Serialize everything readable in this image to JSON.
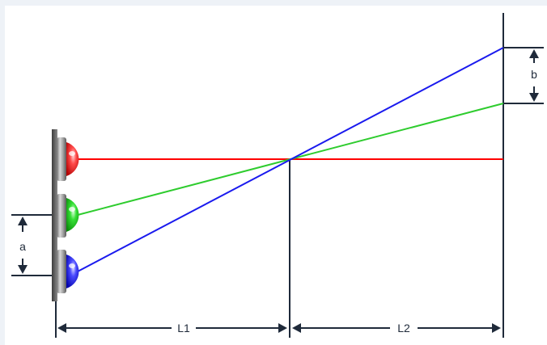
{
  "labels": {
    "a": "a",
    "b": "b",
    "L1": "L1",
    "L2": "L2"
  },
  "colors": {
    "red_beam": "#ff0000",
    "green_beam": "#2ecc2e",
    "blue_beam": "#1a1aee",
    "dimension": "#1f2a3a"
  },
  "icons": [
    "led-red-icon",
    "led-green-icon",
    "led-blue-icon"
  ]
}
